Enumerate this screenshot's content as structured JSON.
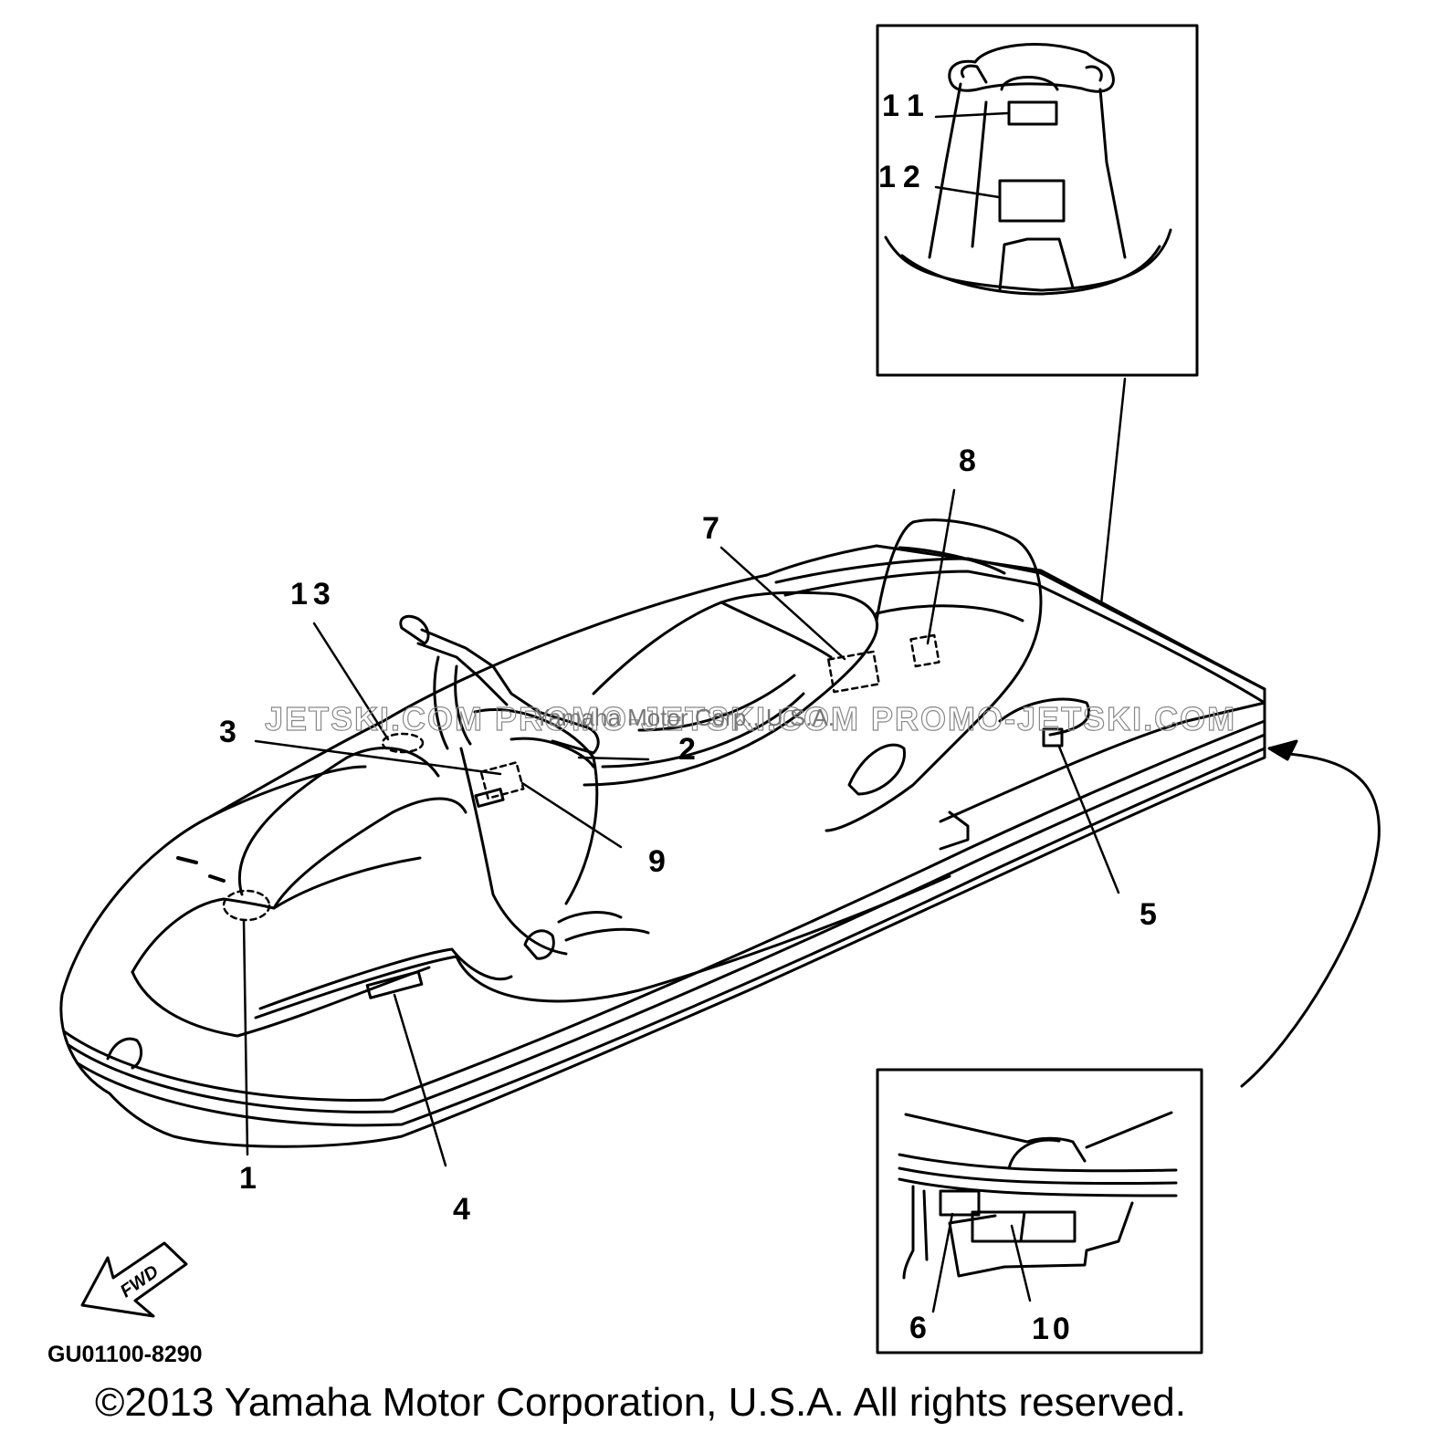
{
  "diagram": {
    "callouts": [
      "1",
      "2",
      "3",
      "4",
      "5",
      "6",
      "7",
      "8",
      "9",
      "10",
      "11",
      "12",
      "13"
    ],
    "watermark": "JETSKI.COM   PROMO-JETSKI.COM   PROMO-JETSKI.COM",
    "watermark_center": "Yamaha Motor Corp., U.S.A.",
    "direction_label": "FWD",
    "drawing_code": "GU01100-8290",
    "copyright": "©2013 Yamaha Motor Corporation, U.S.A. All rights reserved."
  }
}
